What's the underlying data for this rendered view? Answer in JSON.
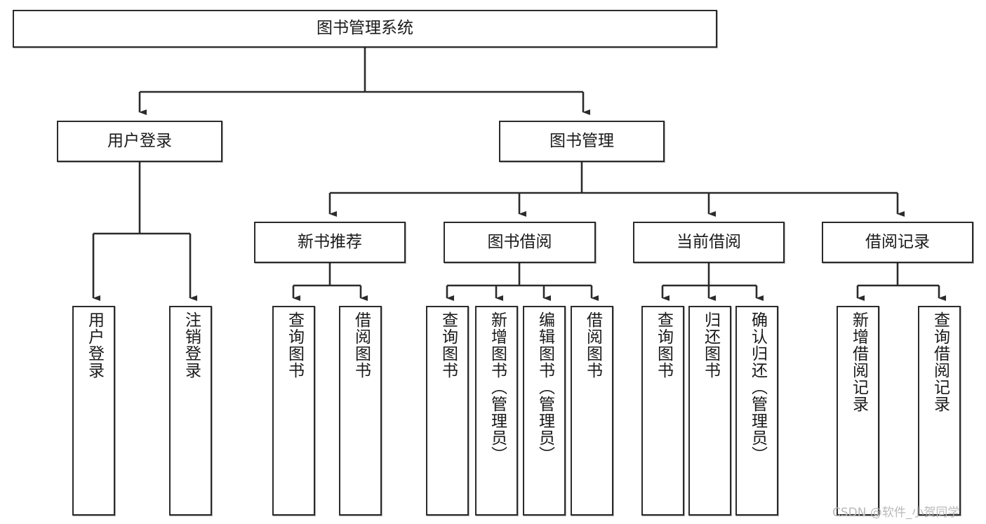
{
  "diagram": {
    "title": "图书管理系统",
    "watermark": "CSDN @软件_小贺同学",
    "nodes": {
      "root": {
        "label": "图书管理系统"
      },
      "level2": [
        {
          "id": "user-login",
          "label": "用户登录"
        },
        {
          "id": "book-management",
          "label": "图书管理"
        }
      ],
      "level3": [
        {
          "id": "new-book-recommend",
          "label": "新书推荐"
        },
        {
          "id": "book-borrow",
          "label": "图书借阅"
        },
        {
          "id": "current-borrow",
          "label": "当前借阅"
        },
        {
          "id": "borrow-record",
          "label": "借阅记录"
        }
      ],
      "leaves": {
        "user_login": [
          {
            "id": "leaf-user-login",
            "label": "用户登录"
          },
          {
            "id": "leaf-logout-login",
            "label": "注销登录"
          }
        ],
        "new_book_recommend": [
          {
            "id": "leaf-query-book-1",
            "label": "查询图书"
          },
          {
            "id": "leaf-borrow-book-1",
            "label": "借阅图书"
          }
        ],
        "book_borrow": [
          {
            "id": "leaf-query-book-2",
            "label": "查询图书"
          },
          {
            "id": "leaf-add-book",
            "label": "新增图书（管理员）"
          },
          {
            "id": "leaf-edit-book",
            "label": "编辑图书（管理员）"
          },
          {
            "id": "leaf-borrow-book-2",
            "label": "借阅图书"
          }
        ],
        "current_borrow": [
          {
            "id": "leaf-query-book-3",
            "label": "查询图书"
          },
          {
            "id": "leaf-return-book",
            "label": "归还图书"
          },
          {
            "id": "leaf-confirm-return",
            "label": "确认归还（管理员）"
          }
        ],
        "borrow_record": [
          {
            "id": "leaf-add-record",
            "label": "新增借阅记录"
          },
          {
            "id": "leaf-query-record",
            "label": "查询借阅记录"
          }
        ]
      }
    },
    "colors": {
      "stroke": "#2b2b2b",
      "text": "#1a1a1a",
      "background": "#ffffff",
      "watermark": "#b9b9b9"
    }
  }
}
